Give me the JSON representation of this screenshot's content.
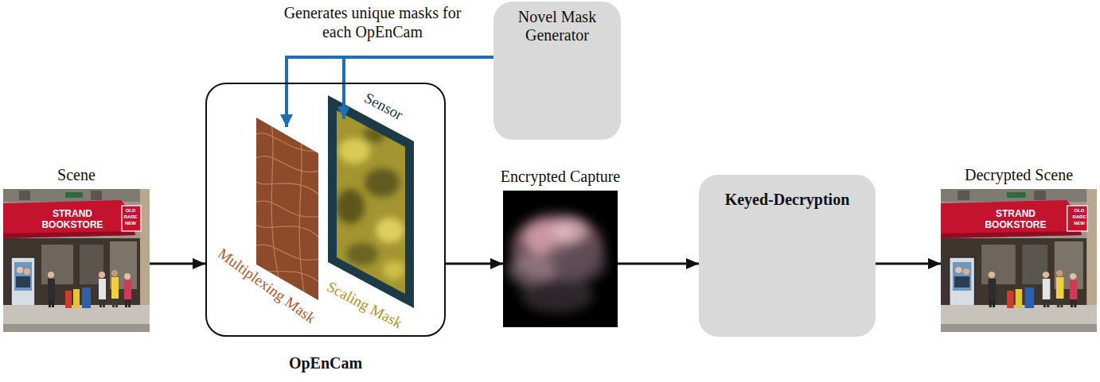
{
  "diagram": {
    "nodes": [
      {
        "text": [
          "Scene"
        ]
      },
      {
        "text": [
          "OpEnCam"
        ]
      },
      {
        "text": [
          "Multiplexing Mask"
        ],
        "in": 1
      },
      {
        "text": [
          "Sensor",
          "Scaling Mask"
        ],
        "in": 1
      },
      {
        "text": [
          "Novel Mask Generator"
        ]
      },
      {
        "text": [
          "Encrypted Capture"
        ]
      },
      {
        "text": [
          "Keyed-Decryption"
        ]
      },
      {
        "text": [
          "Decrypted Scene"
        ]
      }
    ],
    "edges": [
      {
        "from": 0,
        "to": 1,
        "arrow": "to"
      },
      {
        "from": 1,
        "to": 5,
        "arrow": "to"
      },
      {
        "from": 5,
        "to": 6,
        "arrow": "to"
      },
      {
        "from": 6,
        "to": 7,
        "arrow": "to"
      },
      {
        "from": 4,
        "to": 2,
        "arrow": "to",
        "label": "Generates unique masks for each OpEnCam"
      },
      {
        "from": 4,
        "to": 3,
        "arrow": "to"
      }
    ],
    "labels": [
      "STRAND BOOKSTORE",
      "OLD RARE NEW",
      "STRAND BOOKSTORE",
      "OLD RARE NEW"
    ]
  }
}
